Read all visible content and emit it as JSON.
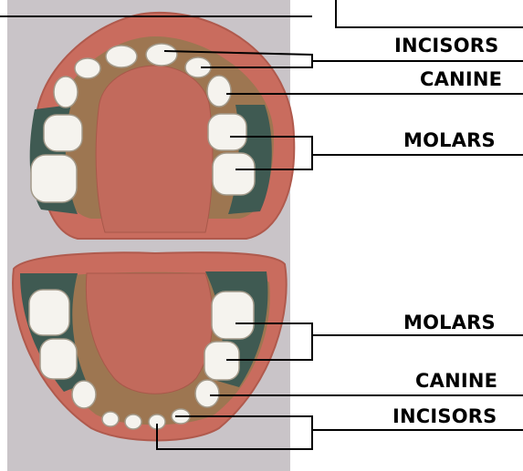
{
  "labels": {
    "upper_incisors": "INCISORS",
    "upper_canine": "CANINE",
    "upper_molars": "MOLARS",
    "lower_molars": "MOLARS",
    "lower_canine": "CANINE",
    "lower_incisors": "INCISORS"
  },
  "colors": {
    "panel": "#c9c4c8",
    "gum": "#c96c5e",
    "gum_edge": "#b85b4c",
    "palate": "#c26a5c",
    "band": "#8e7a4e",
    "molar_shadow": "#3f5a52",
    "tooth": "#f5f3ee",
    "line": "#000000"
  }
}
